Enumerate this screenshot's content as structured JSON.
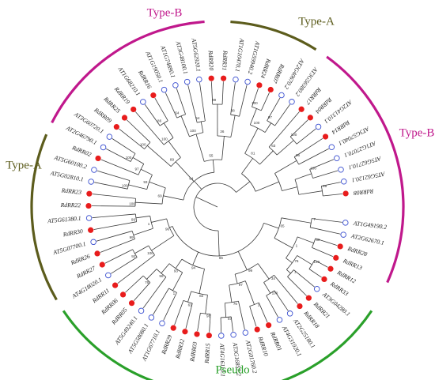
{
  "colors": {
    "type_a": "#5c5c1c",
    "type_b": "#c0188c",
    "pseudo": "#2aa02a",
    "rdrr_marker": "#e81c1c",
    "at_marker": "#3a4fd0"
  },
  "groups": [
    {
      "key": "type_b_top",
      "label": "Type-B"
    },
    {
      "key": "type_a_top",
      "label": "Type-A"
    },
    {
      "key": "type_b_right",
      "label": "Type-B"
    },
    {
      "key": "type_a_left",
      "label": "Type-A"
    },
    {
      "key": "pseudo",
      "label": "Pseudo"
    }
  ],
  "leaves": [
    {
      "name": "AT1G49190.2",
      "marker": "circle"
    },
    {
      "name": "AT2G62670.1",
      "marker": "circle"
    },
    {
      "name": "RdRR28",
      "marker": "dot"
    },
    {
      "name": "RdRR13",
      "marker": "dot"
    },
    {
      "name": "RdRR12",
      "marker": "dot"
    },
    {
      "name": "RdRR33",
      "marker": "dot"
    },
    {
      "name": "AT3G04280.1",
      "marker": "circle"
    },
    {
      "name": "RdRR21",
      "marker": "dot"
    },
    {
      "name": "RdRR18",
      "marker": "dot"
    },
    {
      "name": "AT2G25180.1",
      "marker": "circle"
    },
    {
      "name": "AT4G31920.1",
      "marker": "circle"
    },
    {
      "name": "RdRR01",
      "marker": "dot"
    },
    {
      "name": "RdRR10",
      "marker": "dot"
    },
    {
      "name": "AT2G01760.2",
      "marker": "circle"
    },
    {
      "name": "AT3G16857.2",
      "marker": "circle"
    },
    {
      "name": "AT4G16110.1",
      "marker": "circle"
    },
    {
      "name": "RdRR15",
      "marker": "dot"
    },
    {
      "name": "RdRR03",
      "marker": "dot"
    },
    {
      "name": "RdRR32",
      "marker": "dot"
    },
    {
      "name": "RdRR29",
      "marker": "dot"
    },
    {
      "name": "AT1G67710.1",
      "marker": "circle"
    },
    {
      "name": "AT5G58080.1",
      "marker": "circle"
    },
    {
      "name": "AT5G49240.1",
      "marker": "circle"
    },
    {
      "name": "RdRR05",
      "marker": "dot"
    },
    {
      "name": "RdRR06",
      "marker": "dot"
    },
    {
      "name": "RdRR11",
      "marker": "dot"
    },
    {
      "name": "AT4G18020.1",
      "marker": "circle"
    },
    {
      "name": "RdRR27",
      "marker": "dot"
    },
    {
      "name": "RdRR26",
      "marker": "dot"
    },
    {
      "name": "AT5G07700.1",
      "marker": "circle"
    },
    {
      "name": "RdRR30",
      "marker": "dot"
    },
    {
      "name": "AT5G61380.1",
      "marker": "circle"
    },
    {
      "name": "RdRR22",
      "marker": "dot"
    },
    {
      "name": "RdRR23",
      "marker": "dot"
    },
    {
      "name": "AT5G02810.1",
      "marker": "circle"
    },
    {
      "name": "AT5G60100.2",
      "marker": "circle"
    },
    {
      "name": "RdRR02",
      "marker": "dot"
    },
    {
      "name": "AT2G46790.1",
      "marker": "circle"
    },
    {
      "name": "AT3G60720.1",
      "marker": "circle"
    },
    {
      "name": "RdRR09",
      "marker": "dot"
    },
    {
      "name": "RdRR25",
      "marker": "dot"
    },
    {
      "name": "RdRR19",
      "marker": "dot"
    },
    {
      "name": "AT1G68210.1",
      "marker": "circle"
    },
    {
      "name": "RdRR16",
      "marker": "dot"
    },
    {
      "name": "AT1G19050.1",
      "marker": "circle"
    },
    {
      "name": "AT1G74890.1",
      "marker": "circle"
    },
    {
      "name": "AT3G48100.1",
      "marker": "circle"
    },
    {
      "name": "AT5G62920.1",
      "marker": "circle"
    },
    {
      "name": "RdRR20",
      "marker": "dot"
    },
    {
      "name": "RdRR31",
      "marker": "dot"
    },
    {
      "name": "AT1G10470.1",
      "marker": "circle"
    },
    {
      "name": "AT1G59940.2",
      "marker": "circle"
    },
    {
      "name": "RdRR24",
      "marker": "dot"
    },
    {
      "name": "RdRR07",
      "marker": "dot"
    },
    {
      "name": "AT2G40670.2",
      "marker": "circle"
    },
    {
      "name": "AT3G56380.2",
      "marker": "circle"
    },
    {
      "name": "RdRR17",
      "marker": "dot"
    },
    {
      "name": "RdRR04",
      "marker": "dot"
    },
    {
      "name": "AT2G41310.1",
      "marker": "circle"
    },
    {
      "name": "RdRR14",
      "marker": "dot"
    },
    {
      "name": "AT3G57040.1",
      "marker": "circle"
    },
    {
      "name": "AT1G27070.1",
      "marker": "circle"
    },
    {
      "name": "AT5G62710.1",
      "marker": "circle"
    },
    {
      "name": "AT5G62120.1",
      "marker": "circle"
    },
    {
      "name": "RdRR08",
      "marker": "dot"
    }
  ],
  "bootstrap_values": [
    "7",
    "89",
    "100",
    "1",
    "76",
    "1",
    "65",
    "100",
    "34",
    "1",
    "57",
    "76",
    "97",
    "99",
    "98",
    "61",
    "82",
    "1",
    "76",
    "96",
    "93",
    "94",
    "92",
    "100",
    "99",
    "99",
    "1",
    "96",
    "86",
    "100",
    "100",
    "100",
    "97",
    "93",
    "69",
    "100",
    "86",
    "100",
    "89",
    "54",
    "54",
    "100",
    "99",
    "38",
    "36",
    "55",
    "94",
    "100",
    "97",
    "100",
    "100",
    "63",
    "81",
    "96",
    "100",
    "89"
  ]
}
